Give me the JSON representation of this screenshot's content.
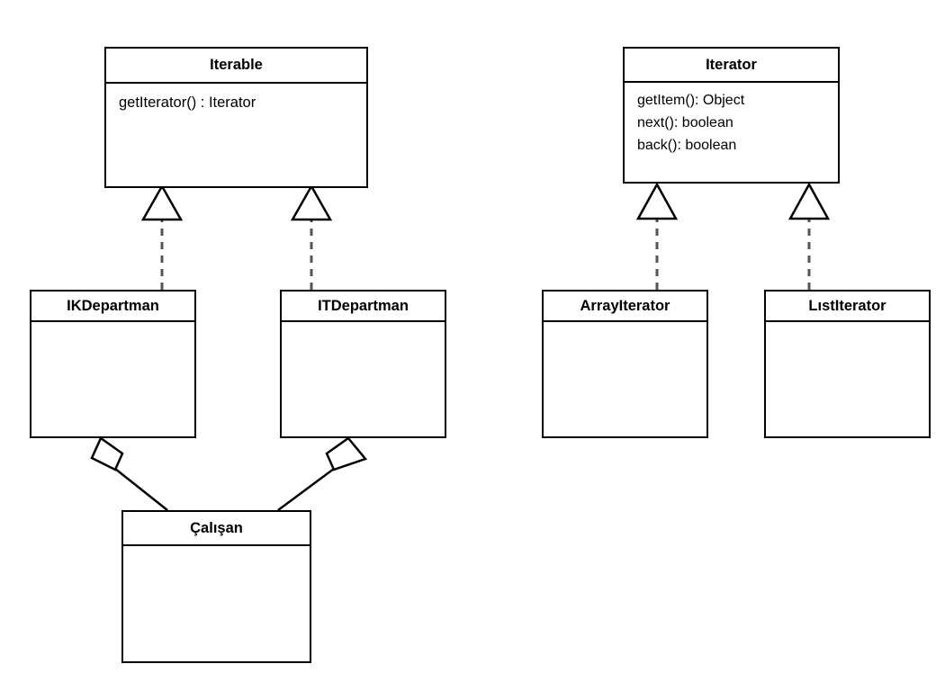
{
  "diagram": {
    "type": "uml-class-diagram",
    "background": "#ffffff",
    "line_color": "#000000",
    "dashed_line_color": "#555555",
    "classes": [
      {
        "id": "iterable",
        "name": "Iterable",
        "members": [
          "getIterator() : Iterator"
        ]
      },
      {
        "id": "iterator",
        "name": "Iterator",
        "members": [
          "getItem(): Object",
          "next(): boolean",
          "back(): boolean"
        ]
      },
      {
        "id": "ikdepartman",
        "name": "IKDepartman",
        "members": []
      },
      {
        "id": "itdepartman",
        "name": "ITDepartman",
        "members": []
      },
      {
        "id": "arrayiterator",
        "name": "ArrayIterator",
        "members": []
      },
      {
        "id": "listiterator",
        "name": "LıstIterator",
        "members": []
      },
      {
        "id": "calisan",
        "name": "Çalışan",
        "members": []
      }
    ],
    "relationships": [
      {
        "id": "rel-ik-iterable",
        "from": "IKDepartman",
        "to": "Iterable",
        "kind": "realization",
        "style": "dashed",
        "head": "hollow-triangle"
      },
      {
        "id": "rel-it-iterable",
        "from": "ITDepartman",
        "to": "Iterable",
        "kind": "realization",
        "style": "dashed",
        "head": "hollow-triangle"
      },
      {
        "id": "rel-array-iterator",
        "from": "ArrayIterator",
        "to": "Iterator",
        "kind": "realization",
        "style": "dashed",
        "head": "hollow-triangle"
      },
      {
        "id": "rel-list-iterator",
        "from": "LıstIterator",
        "to": "Iterator",
        "kind": "realization",
        "style": "dashed",
        "head": "hollow-triangle"
      },
      {
        "id": "rel-ik-calisan",
        "from": "IKDepartman",
        "to": "Çalışan",
        "kind": "aggregation",
        "style": "solid",
        "head": "hollow-diamond"
      },
      {
        "id": "rel-it-calisan",
        "from": "ITDepartman",
        "to": "Çalışan",
        "kind": "aggregation",
        "style": "solid",
        "head": "hollow-diamond"
      }
    ]
  }
}
